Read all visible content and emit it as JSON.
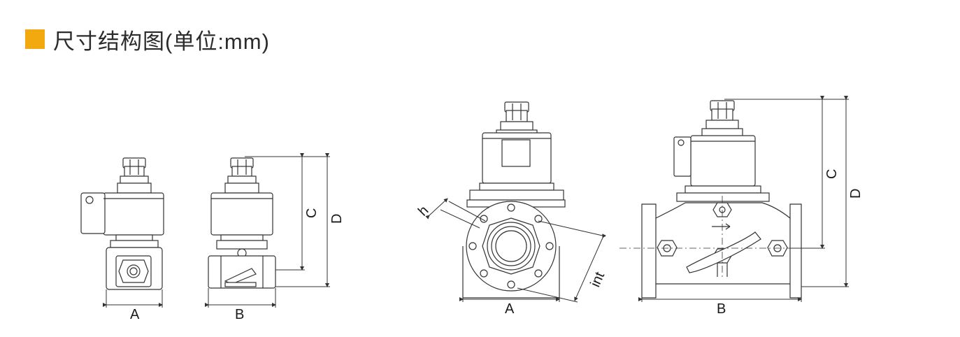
{
  "header": {
    "title": "尺寸结构图(单位:mm)",
    "accent_color": "#f2a80f"
  },
  "views": {
    "small_front": {
      "dim_width": "A"
    },
    "small_side": {
      "dim_width": "B",
      "dim_coil_height": "C",
      "dim_total_height": "D"
    },
    "large_front": {
      "dim_width": "A",
      "dim_bolt_hole": "h",
      "dim_bolt_circle": "int"
    },
    "large_side": {
      "dim_width": "B",
      "dim_coil_height": "C",
      "dim_total_height": "D"
    }
  }
}
